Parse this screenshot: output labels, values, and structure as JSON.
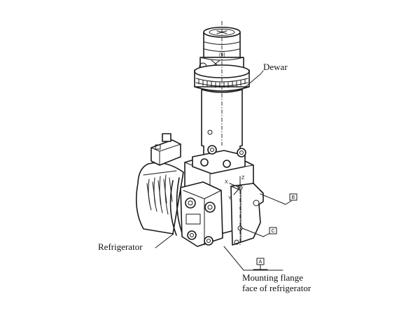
{
  "labels": {
    "dewar": "Dewar",
    "refrigerator": "Refrigerator",
    "flange_line1": "Mounting flange",
    "flange_line2": "face of refrigerator"
  },
  "datums": {
    "a": "A",
    "b": "B",
    "c": "C"
  },
  "axes": {
    "x": "X",
    "y": "Y",
    "z": "Z"
  }
}
